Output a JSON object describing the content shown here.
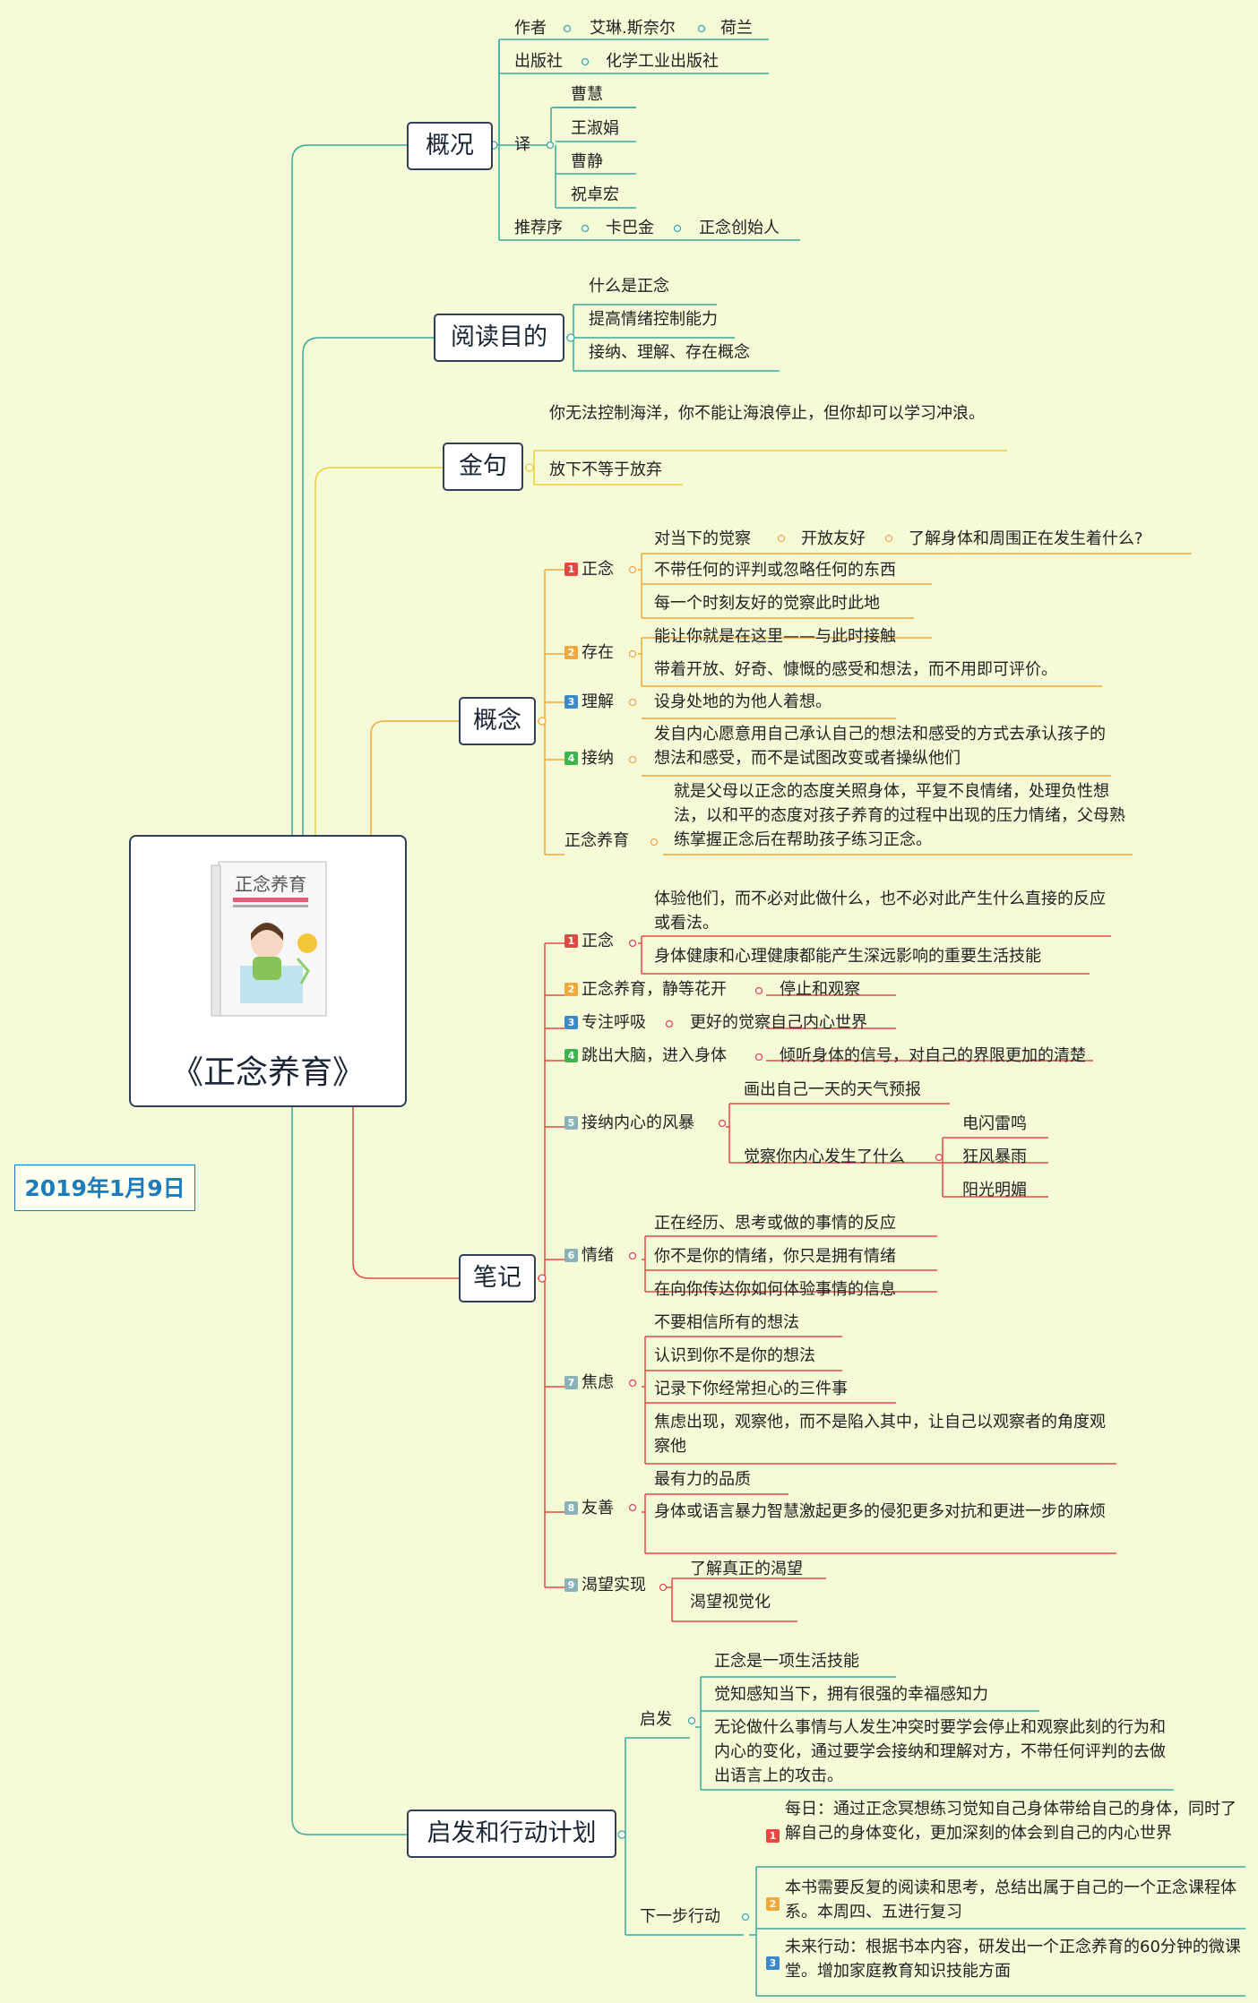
{
  "central": {
    "title": "《正念养育》",
    "cover_title": "正念养育"
  },
  "date": "2019年1月9日",
  "overview": {
    "label": "概况",
    "author": "作者",
    "author_name": "艾琳.斯奈尔",
    "author_country": "荷兰",
    "publisher": "出版社",
    "publisher_name": "化学工业出版社",
    "translator": "译",
    "translators": [
      "曹慧",
      "王淑娟",
      "曹静",
      "祝卓宏"
    ],
    "preface": "推荐序",
    "preface_name": "卡巴金",
    "preface_desc": "正念创始人"
  },
  "purpose": {
    "label": "阅读目的",
    "items": [
      "什么是正念",
      "提高情绪控制能力",
      "接纳、理解、存在概念"
    ]
  },
  "quotes": {
    "label": "金句",
    "items": [
      "你无法控制海洋，你不能让海浪停止，但你却可以学习冲浪。",
      "放下不等于放弃"
    ]
  },
  "concepts": {
    "label": "概念",
    "zhengnian": "正念",
    "z1": "对当下的觉察",
    "z1a": "开放友好",
    "z1b": "了解身体和周围正在发生着什么?",
    "z2": "不带任何的评判或忽略任何的东西",
    "z3": "每一个时刻友好的觉察此时此地",
    "cunzai": "存在",
    "c1": "能让你就是在这里——与此时接触",
    "c2": "带着开放、好奇、慷慨的感受和想法，而不用即可评价。",
    "lijie": "理解",
    "l1": "设身处地的为他人着想。",
    "jiena": "接纳",
    "j1": "发自内心愿意用自己承认自己的想法和感受的方式去承认孩子的想法和感受，而不是试图改变或者操纵他们",
    "yangyu": "正念养育",
    "y1": "就是父母以正念的态度关照身体，平复不良情绪，处理负性想法，以和平的态度对孩子养育的过程中出现的压力情绪，父母熟练掌握正念后在帮助孩子练习正念。"
  },
  "notes": {
    "label": "笔记",
    "n1": "正念",
    "n1a": "体验他们，而不必对此做什么，也不必对此产生什么直接的反应或看法。",
    "n1b": "身体健康和心理健康都能产生深远影响的重要生活技能",
    "n2": "正念养育，静等花开",
    "n2a": "停止和观察",
    "n3": "专注呼吸",
    "n3a": "更好的觉察自己内心世界",
    "n4": "跳出大脑，进入身体",
    "n4a": "倾听身体的信号，对自己的界限更加的清楚",
    "n5": "接纳内心的风暴",
    "n5a": "画出自己一天的天气预报",
    "n5b": "觉察你内心发生了什么",
    "n5b_items": [
      "电闪雷鸣",
      "狂风暴雨",
      "阳光明媚"
    ],
    "n6": "情绪",
    "n6a": "正在经历、思考或做的事情的反应",
    "n6b": "你不是你的情绪，你只是拥有情绪",
    "n6c": "在向你传达你如何体验事情的信息",
    "n7": "焦虑",
    "n7a": "不要相信所有的想法",
    "n7b": "认识到你不是你的想法",
    "n7c": "记录下你经常担心的三件事",
    "n7d": "焦虑出现，观察他，而不是陷入其中，让自己以观察者的角度观察他",
    "n8": "友善",
    "n8a": "最有力的品质",
    "n8b": "身体或语言暴力智慧激起更多的侵犯更多对抗和更进一步的麻烦",
    "n9": "渴望实现",
    "n9a": "了解真正的渴望",
    "n9b": "渴望视觉化"
  },
  "action": {
    "label": "启发和行动计划",
    "insight": "启发",
    "i1": "正念是一项生活技能",
    "i2": "觉知感知当下，拥有很强的幸福感知力",
    "i3": "无论做什么事情与人发生冲突时要学会停止和观察此刻的行为和内心的变化，通过要学会接纳和理解对方，不带任何评判的去做出语言上的攻击。",
    "next": "下一步行动",
    "a1": "每日：通过正念冥想练习觉知自己身体带给自己的身体，同时了解自己的身体变化，更加深刻的体会到自己的内心世界",
    "a2": "本书需要反复的阅读和思考，总结出属于自己的一个正念课程体系。本周四、五进行复习",
    "a3": "未来行动：根据书本内容，研发出一个正念养育的60分钟的微课堂。增加家庭教育知识技能方面"
  },
  "colors": {
    "overview": "#3aaa9e",
    "purpose": "#3aaa9e",
    "quotes": "#f0cc3a",
    "concepts": "#f3a83a",
    "notes": "#e04a43",
    "action": "#3aaa9e",
    "date": "#1c7bbd"
  }
}
